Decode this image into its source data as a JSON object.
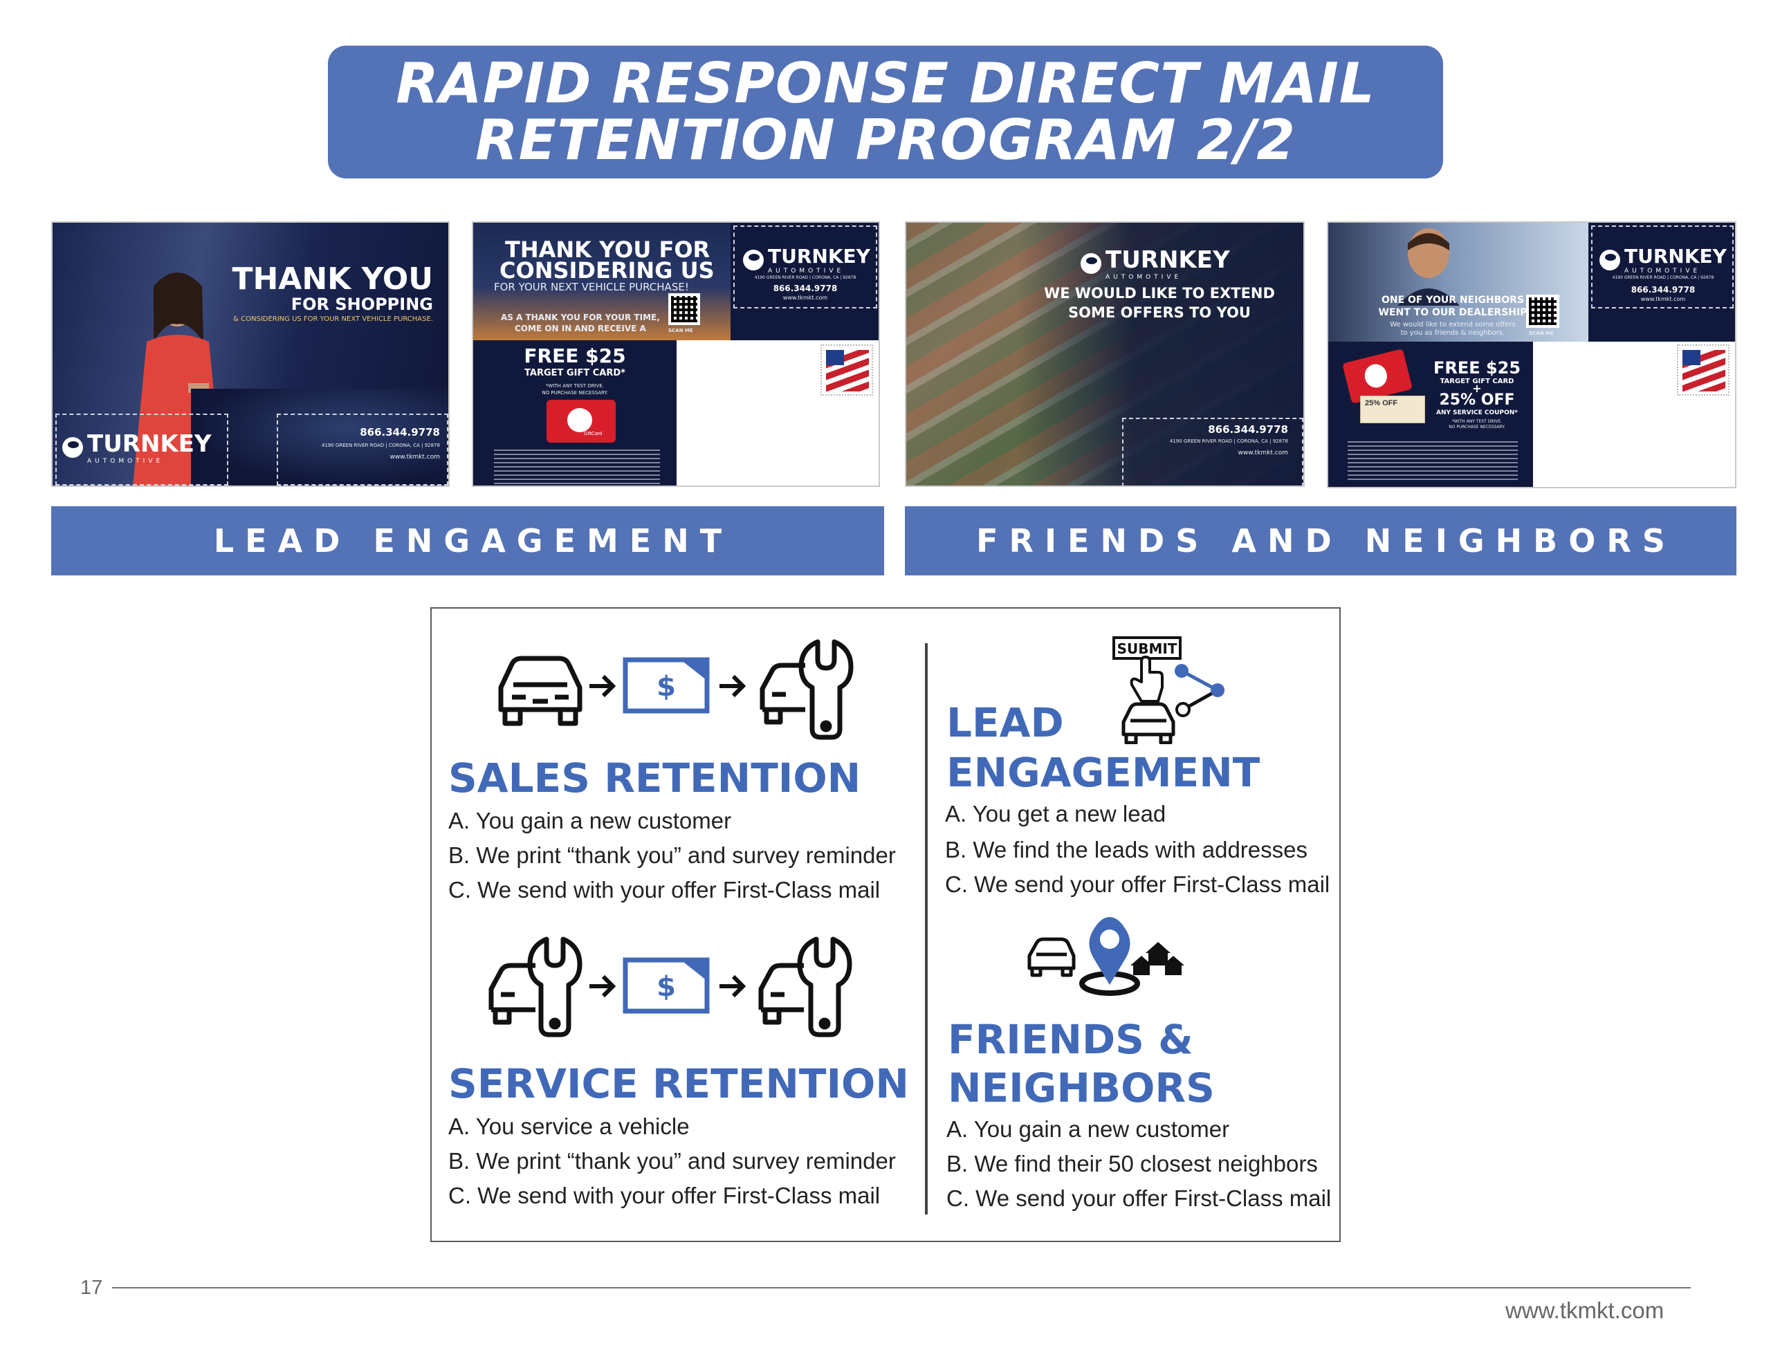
{
  "title": {
    "line1": "RAPID RESPONSE DIRECT MAIL",
    "line2": "RETENTION PROGRAM 2/2"
  },
  "brand": {
    "name": "TURNKEY",
    "tagline": "AUTOMOTIVE",
    "phone": "866.344.9778",
    "address": "4190 GREEN RIVER ROAD | CORONA, CA | 92878",
    "web": "www.tkmkt.com",
    "scan_label": "SCAN ME"
  },
  "postcards": {
    "lead_front": {
      "headline1": "THANK YOU",
      "headline2": "FOR SHOPPING",
      "tagline": "& CONSIDERING US FOR YOUR NEXT VEHICLE PURCHASE."
    },
    "lead_back": {
      "headline1": "THANK YOU FOR",
      "headline2": "CONSIDERING US",
      "subhead": "FOR YOUR NEXT VEHICLE PURCHASE!",
      "offer_intro1": "AS A THANK YOU FOR YOUR TIME,",
      "offer_intro2": "COME ON IN AND RECEIVE A",
      "offer_title": "FREE $25",
      "offer_sub": "TARGET GIFT CARD*",
      "fine_print1": "*WITH ANY TEST DRIVE.",
      "fine_print2": "NO PURCHASE NECESSARY.",
      "gift_label": "GiftCard"
    },
    "friends_front": {
      "headline1": "WE WOULD LIKE TO EXTEND",
      "headline2": "SOME OFFERS TO YOU"
    },
    "friends_back": {
      "headline1": "ONE OF YOUR NEIGHBORS",
      "headline2": "WENT TO OUR DEALERSHIP",
      "subhead1": "We would like to extend some offers",
      "subhead2": "to you as friends & neighbors.",
      "offer1": "FREE $25",
      "offer1_sub": "TARGET GIFT CARD",
      "plus": "+",
      "offer2": "25% OFF",
      "offer2_sub": "ANY SERVICE COUPON*",
      "fine_print1": "*WITH ANY TEST DRIVE.",
      "fine_print2": "NO PURCHASE NECESSARY.",
      "coupon_label": "25% OFF"
    }
  },
  "categories": {
    "left": "L E A D   E N G A G E M E N T",
    "right": "F R I E N D S   A N D   N E I G H B O R S"
  },
  "panel": {
    "submit_label": "SUBMIT",
    "dollar": "$",
    "sales": {
      "title": "SALES RETENTION",
      "items": [
        "A.  You gain a new customer",
        "B.  We print “thank you” and survey reminder",
        "C.  We send with your offer First-Class mail"
      ]
    },
    "service": {
      "title": "SERVICE RETENTION",
      "items": [
        "A.  You service a vehicle",
        "B.  We print “thank you” and survey reminder",
        "C.  We send with your offer First-Class mail"
      ]
    },
    "lead": {
      "title_line1": "LEAD",
      "title_line2": "ENGAGEMENT",
      "items": [
        "A.  You get a new lead",
        "B.  We find the leads with addresses",
        "C.  We send your offer First-Class mail"
      ]
    },
    "friends": {
      "title_line1": "FRIENDS &",
      "title_line2": "NEIGHBORS",
      "items": [
        "A.  You gain a new customer",
        "B.  We find their 50 closest neighbors",
        "C.  We send your offer First-Class mail"
      ]
    }
  },
  "footer": {
    "page_number": "17",
    "url": "www.tkmkt.com"
  },
  "colors": {
    "brand_blue": "#5472b6",
    "heading_blue": "#4169b8",
    "navy": "#10193b",
    "target_red": "#d81e2a"
  }
}
